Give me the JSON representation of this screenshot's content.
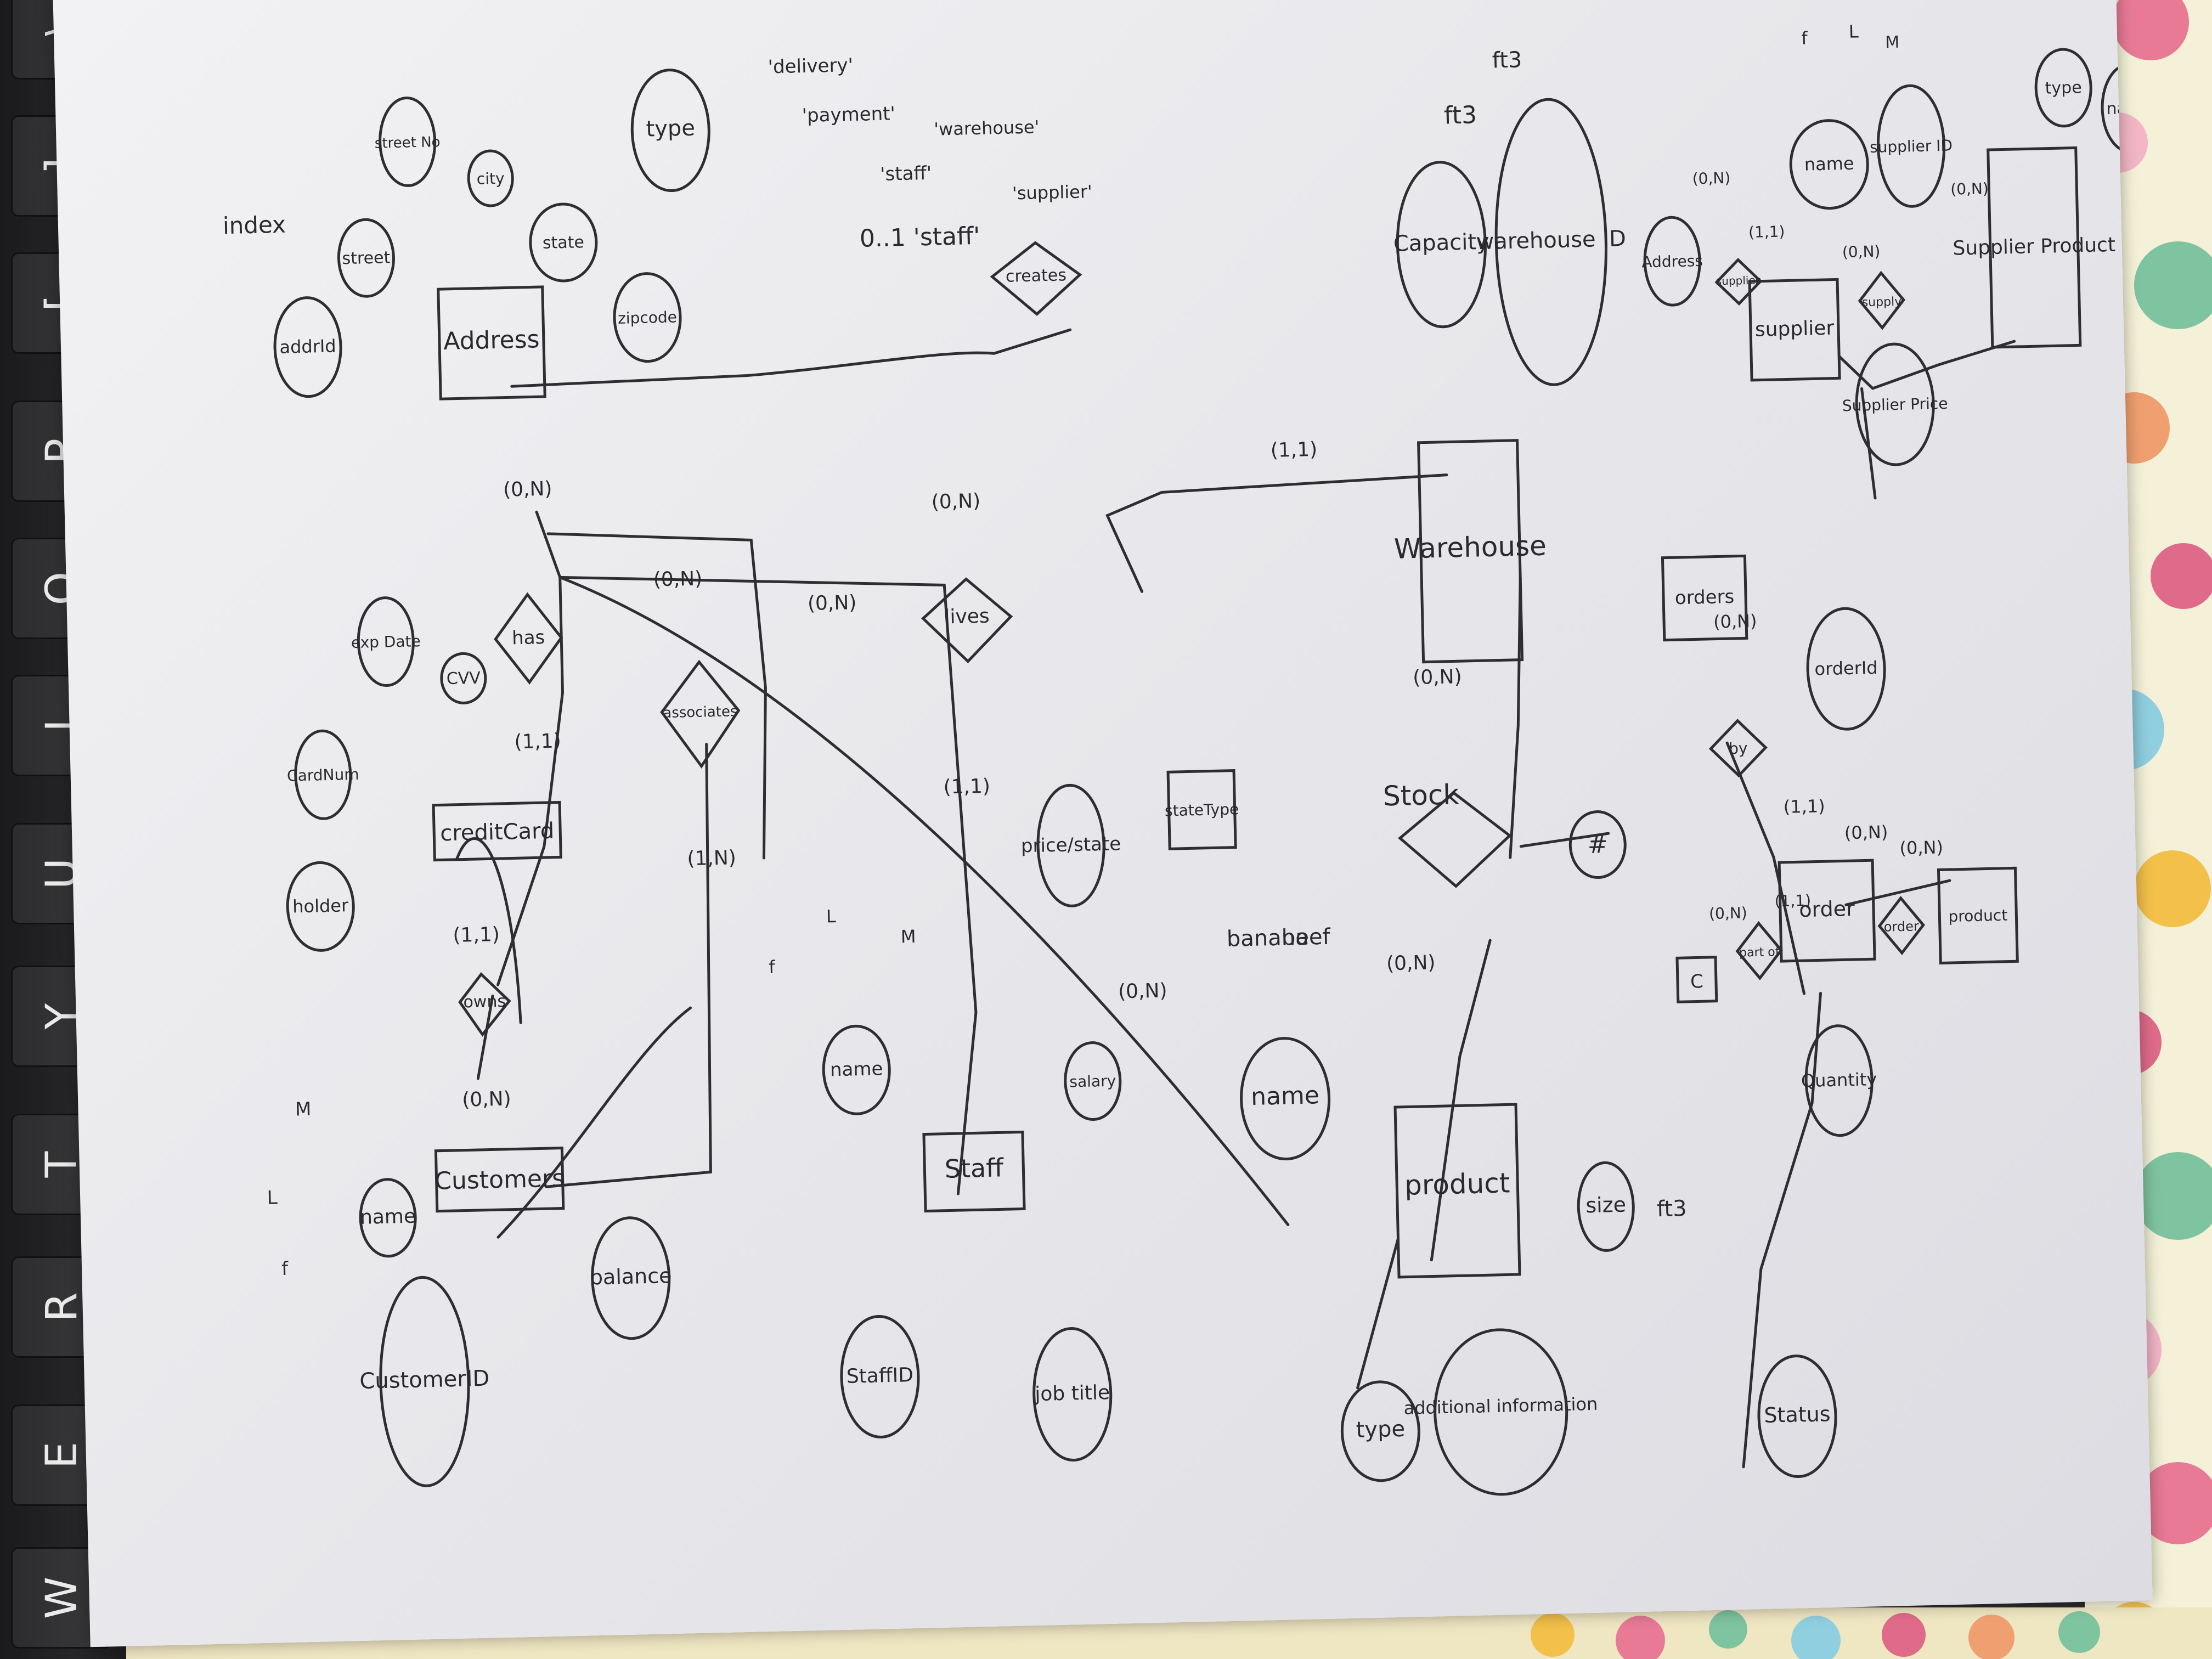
{
  "keyboard": {
    "keys": [
      "W",
      "E",
      "R",
      "T",
      "Y",
      "U",
      "I",
      "O",
      "P",
      "[",
      "]",
      "\\"
    ]
  },
  "diagram": {
    "entities": [
      "Customers",
      "creditCard",
      "Address",
      "Staff",
      "Warehouse",
      "product",
      "order",
      "supplier",
      "Supplier Product",
      "orders"
    ],
    "relationships": [
      "owns",
      "has",
      "associates",
      "lives",
      "Stock",
      "creates",
      "by",
      "order",
      "product",
      "part of",
      "supplies",
      "supply"
    ],
    "attributes": {
      "customer": [
        "CustomerID",
        "name",
        "f",
        "L",
        "M",
        "balance"
      ],
      "credit_card": [
        "holder",
        "CardNum",
        "exp Date",
        "CVV"
      ],
      "address": [
        "addrId",
        "street",
        "street No",
        "city",
        "state",
        "zipcode",
        "type"
      ],
      "address_types": [
        "'delivery'",
        "'payment'",
        "'staff'",
        "'warehouse'",
        "'supplier'"
      ],
      "staff": [
        "StaffID",
        "name",
        "f",
        "L",
        "M",
        "job title",
        "salary"
      ],
      "warehouse": [
        "Capacity",
        "warehouse ID",
        "ft3"
      ],
      "product": [
        "name",
        "type",
        "additional information",
        "size",
        "ft3"
      ],
      "state_price": [
        "price/state",
        "stateType"
      ],
      "order": [
        "orderId",
        "Status",
        "Quantity",
        "C"
      ],
      "supplier": [
        "Address",
        "name",
        "f",
        "L",
        "M",
        "supplier ID",
        "Supplier Price"
      ],
      "supplier_product": [
        "type",
        "name"
      ]
    },
    "cardinalities": {
      "owns_customer": "(0,N)",
      "owns_card": "(1,1)",
      "has_card": "(1,1)",
      "has_address": "(0,N)",
      "associates_address": "(0,N)",
      "associates_customer": "(1,N)",
      "lives_address": "(0,N)",
      "lives_staff": "(1,1)",
      "pricestate_address": "(0,N)",
      "pricestate_product": "(0,N)",
      "creates_warehouse": "(1,1)",
      "stock_warehouse": "(0,N)",
      "stock_product": "(0,N)",
      "by_orders": "(0,N)",
      "by_order": "(1,1)",
      "orderproduct_order": "(0,N)",
      "orderproduct_product": "(0,N)",
      "partof_c": "(0,N)",
      "partof_order": "(1,1)",
      "supplier_address": "(0,N)",
      "supplier_partof": "(1,1)",
      "supply_supplier": "(0,N)",
      "supply_product": "(0,N)"
    },
    "notes": [
      "index",
      "0..1 'staff'",
      "banana",
      "beef",
      "#",
      "ft3"
    ]
  },
  "colors": {
    "paper": "#ececf0",
    "pencil": "#2e2e32",
    "keyboard": "#1e1e20",
    "cloth_floral": "#e06a8a"
  }
}
